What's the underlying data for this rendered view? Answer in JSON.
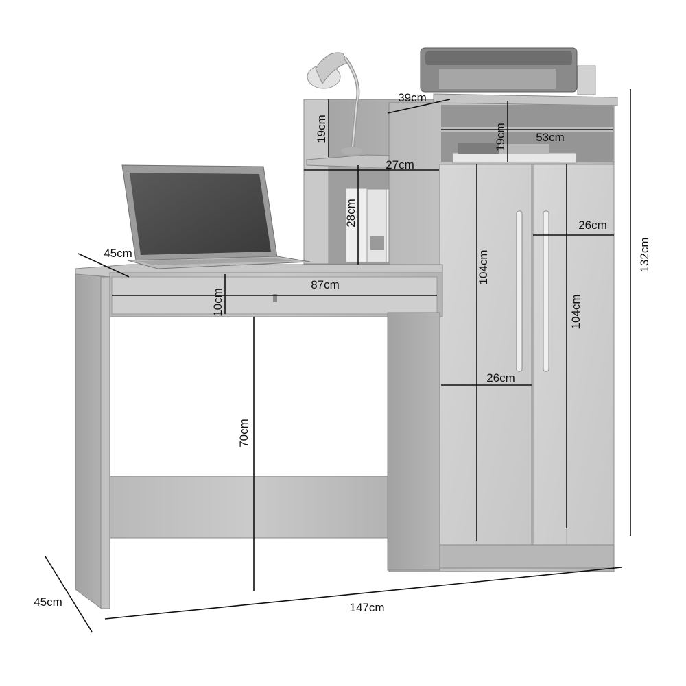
{
  "dimensions": {
    "lamp_shelf_height": "19cm",
    "top_shelf_width": "39cm",
    "niche_height": "19cm",
    "niche_width": "53cm",
    "lamp_shelf_width": "27cm",
    "middle_shelf_height": "28cm",
    "desk_depth_top": "45cm",
    "drawer_height": "10cm",
    "drawer_width": "87cm",
    "door_width_upper": "26cm",
    "door_width_lower": "26cm",
    "door_height_left": "104cm",
    "door_height_right": "104cm",
    "total_height": "132cm",
    "desk_height": "70cm",
    "base_depth": "45cm",
    "total_width": "147cm"
  }
}
